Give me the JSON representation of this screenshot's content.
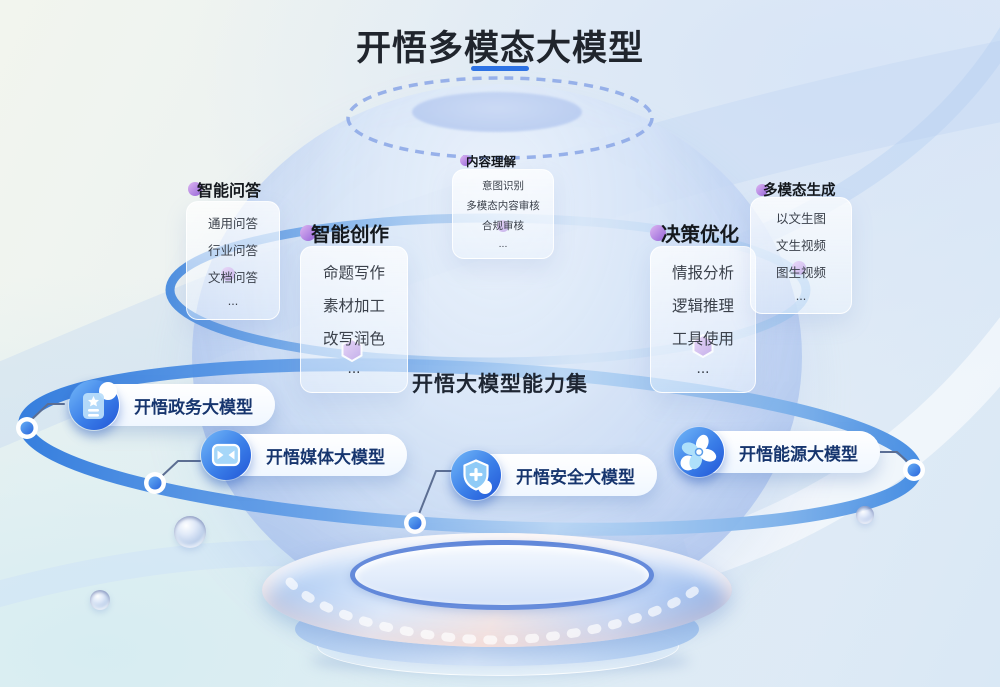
{
  "title": "开悟多模态大模型",
  "center_label": "开悟大模型能力集",
  "capabilities": [
    {
      "label": "智能问答",
      "items": [
        "通用问答",
        "行业问答",
        "文档问答",
        "..."
      ]
    },
    {
      "label": "内容理解",
      "items": [
        "意图识别",
        "多模态内容审核",
        "合规审核",
        "..."
      ]
    },
    {
      "label": "智能创作",
      "items": [
        "命题写作",
        "素材加工",
        "改写润色",
        "..."
      ]
    },
    {
      "label": "决策优化",
      "items": [
        "情报分析",
        "逻辑推理",
        "工具使用",
        "..."
      ]
    },
    {
      "label": "多模态生成",
      "items": [
        "以文生图",
        "文生视频",
        "图生视频",
        "..."
      ]
    }
  ],
  "models": [
    {
      "label": "开悟政务大模型",
      "icon": "document-star-icon"
    },
    {
      "label": "开悟媒体大模型",
      "icon": "video-camera-icon"
    },
    {
      "label": "开悟安全大模型",
      "icon": "shield-plus-icon"
    },
    {
      "label": "开悟能源大模型",
      "icon": "fan-energy-icon"
    }
  ],
  "colors": {
    "accent_blue": "#2d72e4",
    "ring_blue": "#3f86de",
    "purple": "#a678dc",
    "pill_text": "#16356e",
    "title_text": "#20252d"
  }
}
